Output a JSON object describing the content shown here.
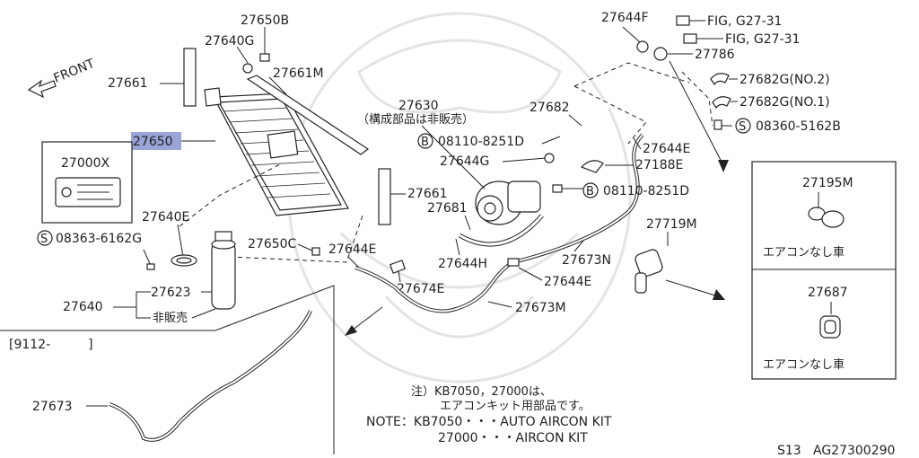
{
  "diagram": {
    "front_label": "FRONT",
    "callouts": {
      "p27650B": "27650B",
      "p27640G": "27640G",
      "p27661_top": "27661",
      "p27661M": "27661M",
      "p27650": "27650",
      "p27000X": "27000X",
      "p27640E": "27640E",
      "s08363": "08363-6162G",
      "p27650C": "27650C",
      "p27644E_mid": "27644E",
      "p27623": "27623",
      "p27640": "27640",
      "hihanbai": "非販売",
      "p27661_mid": "27661",
      "p27630": "27630",
      "p27630_note": "（構成部品は非販売）",
      "b08110_top": "08110-8251D",
      "p27644G": "27644G",
      "p27681": "27681",
      "p27644H": "27644H",
      "p27674E": "27674E",
      "p27644F": "27644F",
      "fig1": "FIG, G27-31",
      "fig2": "FIG, G27-31",
      "p27786": "27786",
      "p27682G_no2": "27682G(NO.2)",
      "p27682G_no1": "27682G(NO.1)",
      "s08360": "08360-5162B",
      "p27682": "27682",
      "p27644E_right": "27644E",
      "p27188E": "27188E",
      "b08110_bot": "08110-8251D",
      "p27719M": "27719M",
      "p27673N": "27673N",
      "p27644E_low": "27644E",
      "p27673M": "27673M",
      "p27195M": "27195M",
      "no_ac_1": "エアコンなし車",
      "p27687": "27687",
      "no_ac_2": "エアコンなし車",
      "date_range": "[9112-　　　]",
      "p27673": "27673",
      "s_mark": "S",
      "b_mark": "B"
    },
    "notes": {
      "jp_line1": "注）KB7050，27000は、",
      "jp_line2": "エアコンキット用部品です。",
      "en_line1": "NOTE：KB7050・・・AUTO AIRCON KIT",
      "en_line2": "27000・・・AIRCON KIT"
    },
    "footer": {
      "section": "S13",
      "diagram_id": "AG27300290"
    },
    "highlight_color": "#9aa4d8"
  }
}
